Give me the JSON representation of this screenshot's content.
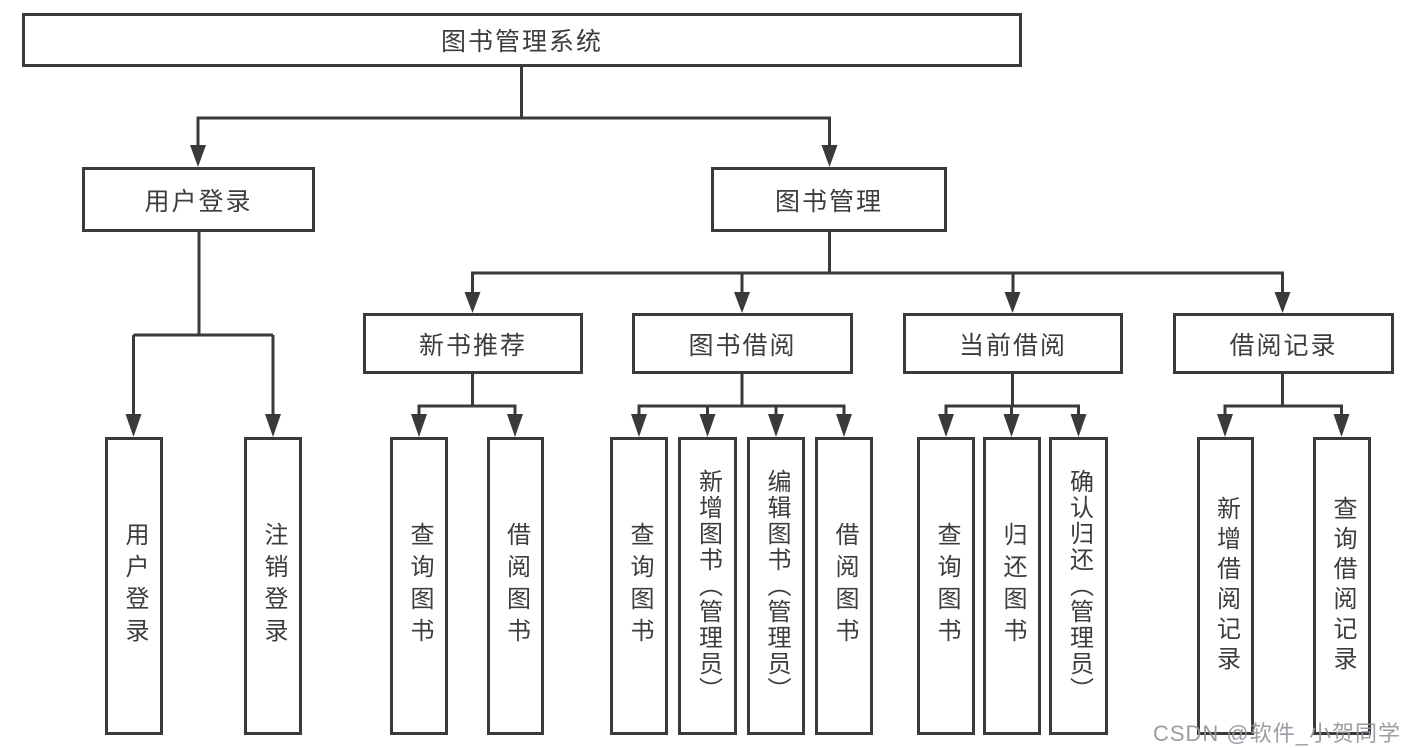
{
  "title": {
    "label": "图书管理系统"
  },
  "level2": [
    {
      "label": "用户登录"
    },
    {
      "label": "图书管理"
    }
  ],
  "level3": [
    {
      "label": "新书推荐"
    },
    {
      "label": "图书借阅"
    },
    {
      "label": "当前借阅"
    },
    {
      "label": "借阅记录"
    }
  ],
  "leaves": [
    {
      "label": "用户登录"
    },
    {
      "label": "注销登录"
    },
    {
      "label": "查询图书"
    },
    {
      "label": "借阅图书"
    },
    {
      "label": "查询图书"
    },
    {
      "label": "新增图书（管理员）"
    },
    {
      "label": "编辑图书（管理员）"
    },
    {
      "label": "借阅图书"
    },
    {
      "label": "查询图书"
    },
    {
      "label": "归还图书"
    },
    {
      "label": "确认归还（管理员）"
    },
    {
      "label": "新增借阅记录"
    },
    {
      "label": "查询借阅记录"
    }
  ],
  "watermark": {
    "text": "CSDN @软件_小贺同学"
  },
  "colors": {
    "line": "#3a3a3a",
    "background": "#ffffff",
    "watermark": "#94949c"
  }
}
